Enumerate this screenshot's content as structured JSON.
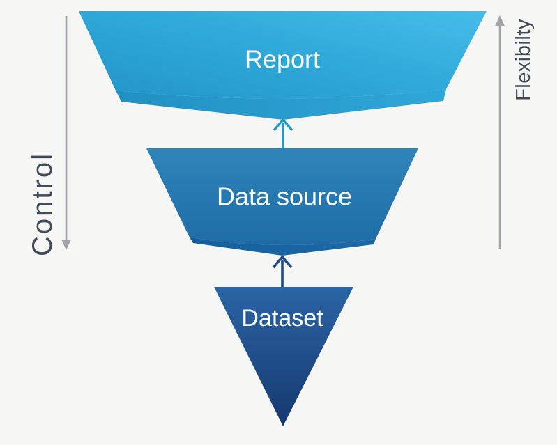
{
  "diagram": {
    "levels": [
      {
        "label": "Report"
      },
      {
        "label": "Data source"
      },
      {
        "label": "Dataset"
      }
    ],
    "left_axis": {
      "label": "Control",
      "direction": "down"
    },
    "right_axis": {
      "label": "Flexibilty",
      "direction": "up"
    }
  },
  "colors": {
    "background": "#f6f6f5",
    "report_left": "#2496ca",
    "report_mid": "#2fa9da",
    "report_right": "#47bce9",
    "report_fold_left": "#2190c3",
    "report_fold_right": "#2fa7d8",
    "source_top": "#2f85ba",
    "source_bottom": "#1e6ca6",
    "source_fold_left": "#155e9c",
    "source_fold_right": "#1d6aa5",
    "dataset_top": "#2b65a5",
    "dataset_bottom": "#16386f",
    "arrow_report": "#1f9ccb",
    "arrow_dataset": "#1d4a8b",
    "axis_line": "#a1a5aa",
    "axis_label": "#414c58",
    "shape_label": "#ffffff"
  }
}
